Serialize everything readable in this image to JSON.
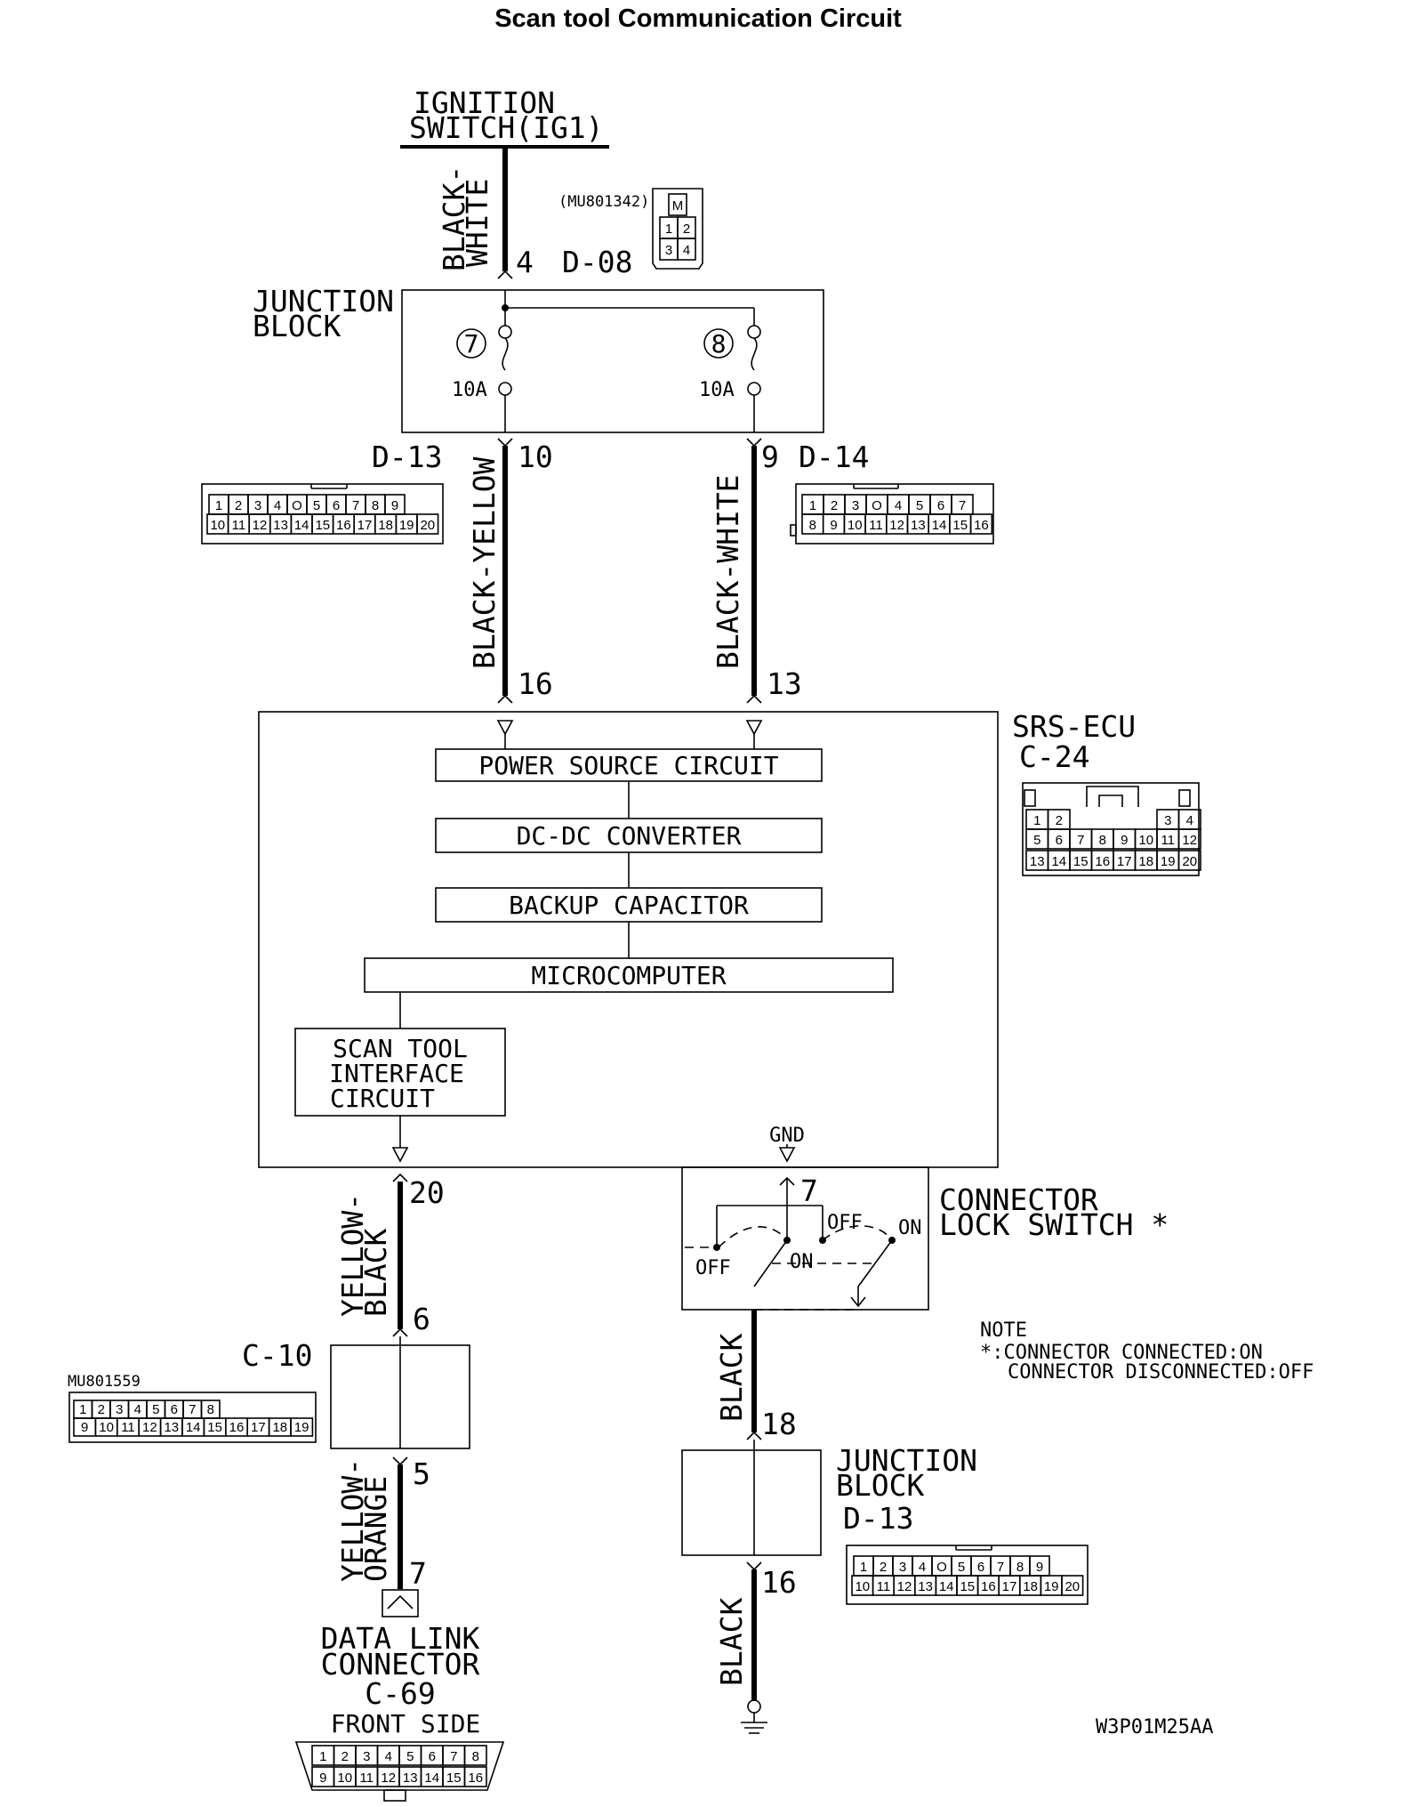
{
  "title": "Scan tool Communication Circuit",
  "figure_code": "W3P01M25AA",
  "ignition": {
    "line1": "IGNITION",
    "line2": "SWITCH(IG1)"
  },
  "wires": {
    "ig_wire": [
      "BLACK-",
      "WHITE"
    ],
    "d13_wire": "BLACK-YELLOW",
    "d14_wire": "BLACK-WHITE",
    "c10_in_wire": [
      "YELLOW-",
      "BLACK"
    ],
    "c10_out_wire": [
      "YELLOW-",
      "ORANGE"
    ],
    "gnd_wire_upper": "BLACK",
    "gnd_wire_lower": "BLACK"
  },
  "pins": {
    "d08_pin": "4",
    "d13_pin": "10",
    "d14_pin": "9",
    "srs_pin_a": "16",
    "srs_pin_b": "13",
    "srs_pin_out": "20",
    "gnd_pin": "7",
    "c10_pin_in": "6",
    "c10_pin_out": "5",
    "dlc_pin": "7",
    "jb2_pin_in": "18",
    "jb2_pin_out": "16"
  },
  "junction_block_top": {
    "label": [
      "JUNCTION",
      "BLOCK"
    ],
    "connector": "D-08",
    "part_number": "(MU801342)",
    "mini_pins": [
      "M",
      "1",
      "2",
      "3",
      "4"
    ],
    "fuses": [
      {
        "number": "7",
        "rating": "10A"
      },
      {
        "number": "8",
        "rating": "10A"
      }
    ]
  },
  "connectors": {
    "d13_label": "D-13",
    "d14_label": "D-14",
    "d13_rows": [
      [
        "1",
        "2",
        "3",
        "4",
        "O",
        "5",
        "6",
        "7",
        "8",
        "9"
      ],
      [
        "10",
        "11",
        "12",
        "13",
        "14",
        "15",
        "16",
        "17",
        "18",
        "19",
        "20"
      ]
    ],
    "d14_rows": [
      [
        "1",
        "2",
        "3",
        "O",
        "4",
        "5",
        "6",
        "7"
      ],
      [
        "8",
        "9",
        "10",
        "11",
        "12",
        "13",
        "14",
        "15",
        "16"
      ]
    ],
    "srs_rows": [
      [
        "1",
        "2",
        "3",
        "4"
      ],
      [
        "5",
        "6",
        "7",
        "8",
        "9",
        "10",
        "11",
        "12"
      ],
      [
        "13",
        "14",
        "15",
        "16",
        "17",
        "18",
        "19",
        "20"
      ]
    ],
    "c10_rows": [
      [
        "1",
        "2",
        "3",
        "4",
        "5",
        "6",
        "7",
        "8"
      ],
      [
        "9",
        "10",
        "11",
        "12",
        "13",
        "14",
        "15",
        "16",
        "17",
        "18",
        "19"
      ]
    ],
    "dlc_rows": [
      [
        "1",
        "2",
        "3",
        "4",
        "5",
        "6",
        "7",
        "8"
      ],
      [
        "9",
        "10",
        "11",
        "12",
        "13",
        "14",
        "15",
        "16"
      ]
    ]
  },
  "srs_ecu": {
    "name": "SRS-ECU",
    "connector": "C-24",
    "blocks": [
      "POWER SOURCE CIRCUIT",
      "DC-DC CONVERTER",
      "BACKUP CAPACITOR",
      "MICROCOMPUTER"
    ],
    "scan_interface": [
      "SCAN TOOL",
      "INTERFACE",
      "CIRCUIT"
    ],
    "gnd_label": "GND"
  },
  "connector_lock_switch": {
    "label": [
      "CONNECTOR",
      "LOCK SWITCH *"
    ],
    "off_label": "OFF",
    "on_label": "ON"
  },
  "note": {
    "heading": "NOTE",
    "line1": "*:CONNECTOR CONNECTED:ON",
    "line2": "CONNECTOR DISCONNECTED:OFF"
  },
  "c10": {
    "label": "C-10",
    "part_number": "MU801559"
  },
  "data_link": {
    "line1": "DATA LINK",
    "line2": "CONNECTOR",
    "connector": "C-69",
    "side": "FRONT SIDE"
  },
  "junction_block_bottom": {
    "label": [
      "JUNCTION",
      "BLOCK"
    ],
    "connector": "D-13"
  }
}
